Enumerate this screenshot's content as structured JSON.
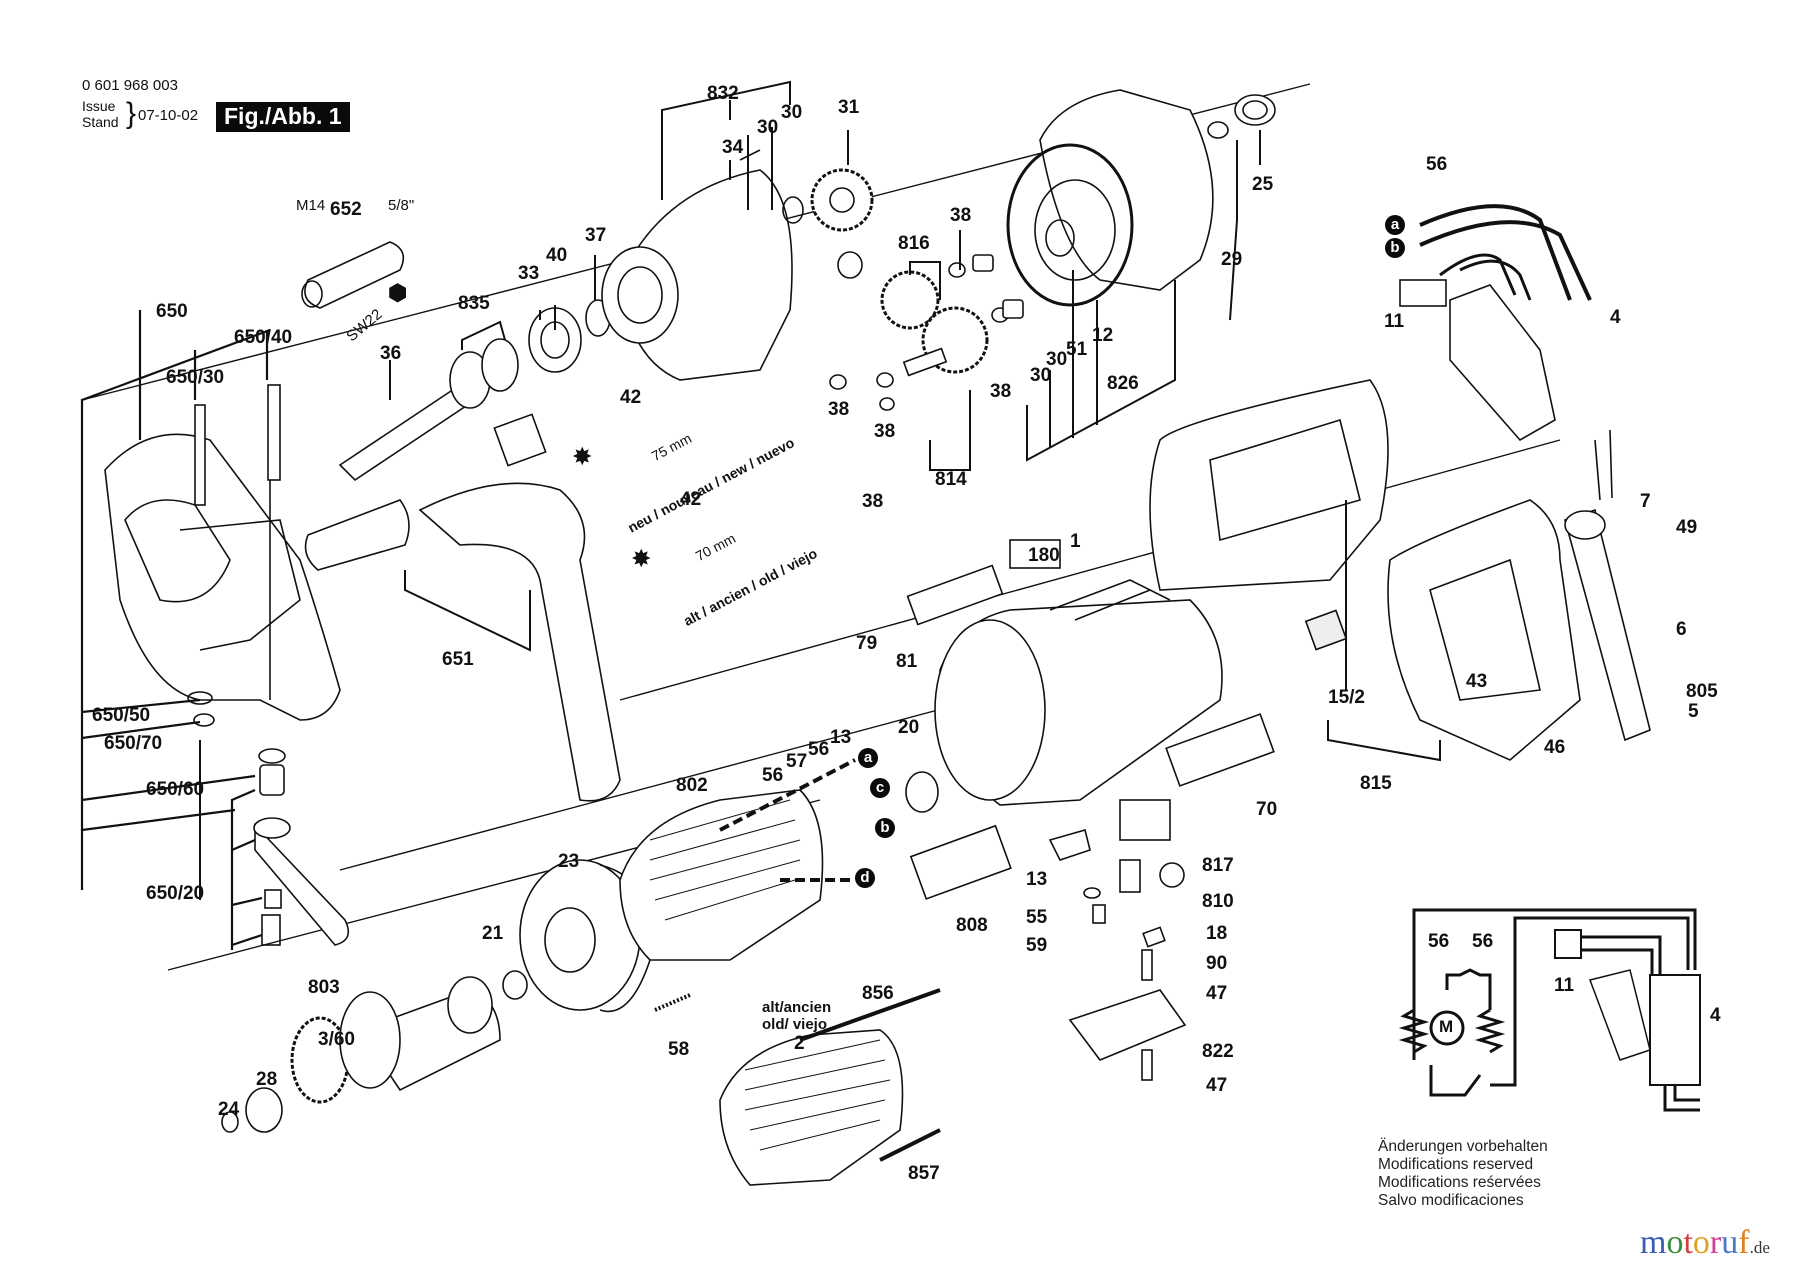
{
  "header": {
    "part_number": "0 601 968 003",
    "issue_label_1": "Issue",
    "issue_label_2": "Stand",
    "issue_date": "07-10-02",
    "figure_label": "Fig./Abb. 1"
  },
  "notes": [
    "Änderungen vorbehalten",
    "Modifications reserved",
    "Modifications reśervées",
    "Salvo modificaciones"
  ],
  "watermark": {
    "letters": [
      "m",
      "o",
      "t",
      "o",
      "r",
      "u",
      "f"
    ],
    "colors": [
      "#3b5bb5",
      "#3b8f3b",
      "#d04040",
      "#e0a020",
      "#d04090",
      "#4a78c8",
      "#e08020"
    ],
    "suffix": ".de"
  },
  "annotations": {
    "bolt_new_length": "75 mm",
    "bolt_new_text": "neu / nouveau / new / nuevo",
    "bolt_old_length": "70 mm",
    "bolt_old_text": "alt / ancien / old / viejo",
    "stator_old_1": "alt/ancien",
    "stator_old_2": "old/ viejo",
    "nut_thread": "M14",
    "nut_size": "5/8\"",
    "nut_wrench": "SW22",
    "motor_symbol": "M"
  },
  "wire_letters": {
    "top_a": "a",
    "top_b": "b",
    "mid_a": "a",
    "mid_c": "c",
    "mid_b": "b",
    "mid_d": "d"
  },
  "parts": [
    {
      "id": "p832",
      "label": "832"
    },
    {
      "id": "p34",
      "label": "34"
    },
    {
      "id": "p30a",
      "label": "30"
    },
    {
      "id": "p30b",
      "label": "30"
    },
    {
      "id": "p31",
      "label": "31"
    },
    {
      "id": "p652",
      "label": "652"
    },
    {
      "id": "p650",
      "label": "650"
    },
    {
      "id": "p650_40",
      "label": "650/40"
    },
    {
      "id": "p650_30",
      "label": "650/30"
    },
    {
      "id": "p835",
      "label": "835"
    },
    {
      "id": "p33",
      "label": "33"
    },
    {
      "id": "p40",
      "label": "40"
    },
    {
      "id": "p37",
      "label": "37"
    },
    {
      "id": "p36",
      "label": "36"
    },
    {
      "id": "p42a",
      "label": "42"
    },
    {
      "id": "p42b",
      "label": "42"
    },
    {
      "id": "p816",
      "label": "816"
    },
    {
      "id": "p38a",
      "label": "38"
    },
    {
      "id": "p38b",
      "label": "38"
    },
    {
      "id": "p38c",
      "label": "38"
    },
    {
      "id": "p38d",
      "label": "38"
    },
    {
      "id": "p38e",
      "label": "38"
    },
    {
      "id": "p814",
      "label": "814"
    },
    {
      "id": "p30c",
      "label": "30"
    },
    {
      "id": "p30d",
      "label": "30"
    },
    {
      "id": "p51",
      "label": "51"
    },
    {
      "id": "p12",
      "label": "12"
    },
    {
      "id": "p826",
      "label": "826"
    },
    {
      "id": "p29",
      "label": "29"
    },
    {
      "id": "p25",
      "label": "25"
    },
    {
      "id": "p56a",
      "label": "56"
    },
    {
      "id": "p11a",
      "label": "11"
    },
    {
      "id": "p4a",
      "label": "4"
    },
    {
      "id": "p7",
      "label": "7"
    },
    {
      "id": "p49",
      "label": "49"
    },
    {
      "id": "p6",
      "label": "6"
    },
    {
      "id": "p805",
      "label": "805"
    },
    {
      "id": "p5",
      "label": "5"
    },
    {
      "id": "p46",
      "label": "46"
    },
    {
      "id": "p43",
      "label": "43"
    },
    {
      "id": "p15_2",
      "label": "15/2"
    },
    {
      "id": "p815",
      "label": "815"
    },
    {
      "id": "p1",
      "label": "1"
    },
    {
      "id": "p180",
      "label": "180"
    },
    {
      "id": "p79",
      "label": "79"
    },
    {
      "id": "p81",
      "label": "81"
    },
    {
      "id": "p70",
      "label": "70"
    },
    {
      "id": "p20",
      "label": "20"
    },
    {
      "id": "p651",
      "label": "651"
    },
    {
      "id": "p650_50",
      "label": "650/50"
    },
    {
      "id": "p650_70",
      "label": "650/70"
    },
    {
      "id": "p650_60",
      "label": "650/60"
    },
    {
      "id": "p650_20",
      "label": "650/20"
    },
    {
      "id": "p802",
      "label": "802"
    },
    {
      "id": "p56b",
      "label": "56"
    },
    {
      "id": "p57",
      "label": "57"
    },
    {
      "id": "p56c",
      "label": "56"
    },
    {
      "id": "p13a",
      "label": "13"
    },
    {
      "id": "p23",
      "label": "23"
    },
    {
      "id": "p21",
      "label": "21"
    },
    {
      "id": "p58",
      "label": "58"
    },
    {
      "id": "p803",
      "label": "803"
    },
    {
      "id": "p3_60",
      "label": "3/60"
    },
    {
      "id": "p28",
      "label": "28"
    },
    {
      "id": "p24",
      "label": "24"
    },
    {
      "id": "p856",
      "label": "856"
    },
    {
      "id": "p2",
      "label": "2"
    },
    {
      "id": "p857",
      "label": "857"
    },
    {
      "id": "p808",
      "label": "808"
    },
    {
      "id": "p817",
      "label": "817"
    },
    {
      "id": "p13b",
      "label": "13"
    },
    {
      "id": "p810",
      "label": "810"
    },
    {
      "id": "p55",
      "label": "55"
    },
    {
      "id": "p18",
      "label": "18"
    },
    {
      "id": "p59",
      "label": "59"
    },
    {
      "id": "p90",
      "label": "90"
    },
    {
      "id": "p47a",
      "label": "47"
    },
    {
      "id": "p822",
      "label": "822"
    },
    {
      "id": "p47b",
      "label": "47"
    },
    {
      "id": "p56d",
      "label": "56"
    },
    {
      "id": "p56e",
      "label": "56"
    },
    {
      "id": "p11b",
      "label": "11"
    },
    {
      "id": "p4b",
      "label": "4"
    }
  ]
}
